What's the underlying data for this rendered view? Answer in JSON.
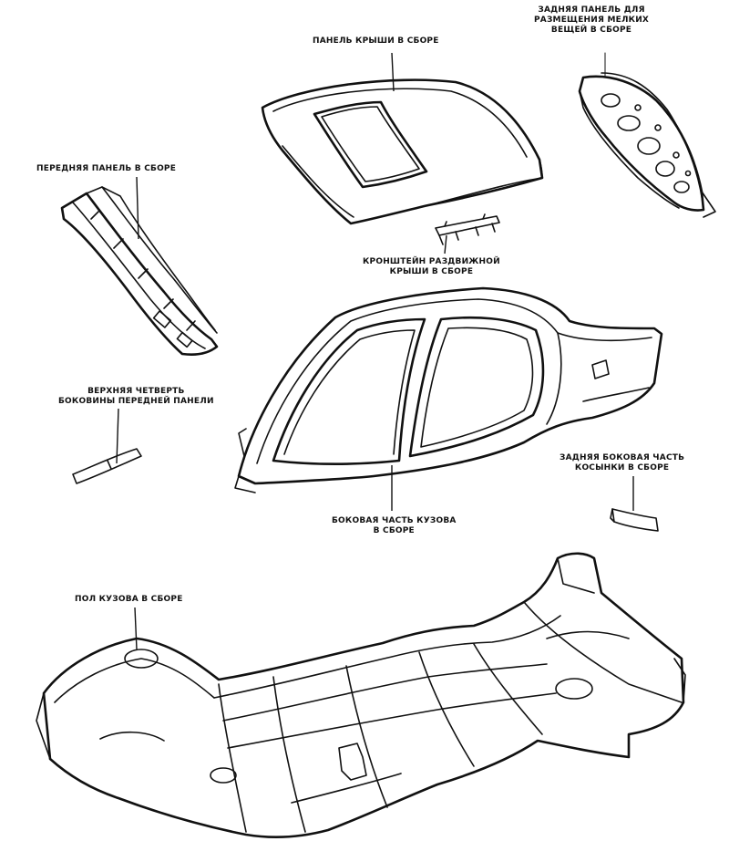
{
  "labels": {
    "roof_panel": "ПАНЕЛЬ КРЫШИ В СБОРЕ",
    "rear_shelf": [
      "ЗАДНЯЯ ПАНЕЛЬ ДЛЯ",
      "РАЗМЕЩЕНИЯ МЕЛКИХ",
      "ВЕЩЕЙ В СБОРЕ"
    ],
    "front_panel": "ПЕРЕДНЯЯ ПАНЕЛЬ В СБОРЕ",
    "sunroof_bracket": [
      "КРОНШТЕЙН РАЗДВИЖНОЙ",
      "КРЫШИ В СБОРЕ"
    ],
    "upper_quarter": [
      "ВЕРХНЯЯ ЧЕТВЕРТЬ",
      "БОКОВИНЫ ПЕРЕДНЕЙ ПАНЕЛИ"
    ],
    "rear_gusset": [
      "ЗАДНЯЯ БОКОВАЯ ЧАСТЬ",
      "КОСЫНКИ В СБОРЕ"
    ],
    "body_side": [
      "БОКОВАЯ ЧАСТЬ КУЗОВА",
      "В СБОРЕ"
    ],
    "floor": "ПОЛ КУЗОВА В СБОРЕ"
  },
  "colors": {
    "ink": "#111111",
    "paper": "#ffffff"
  }
}
